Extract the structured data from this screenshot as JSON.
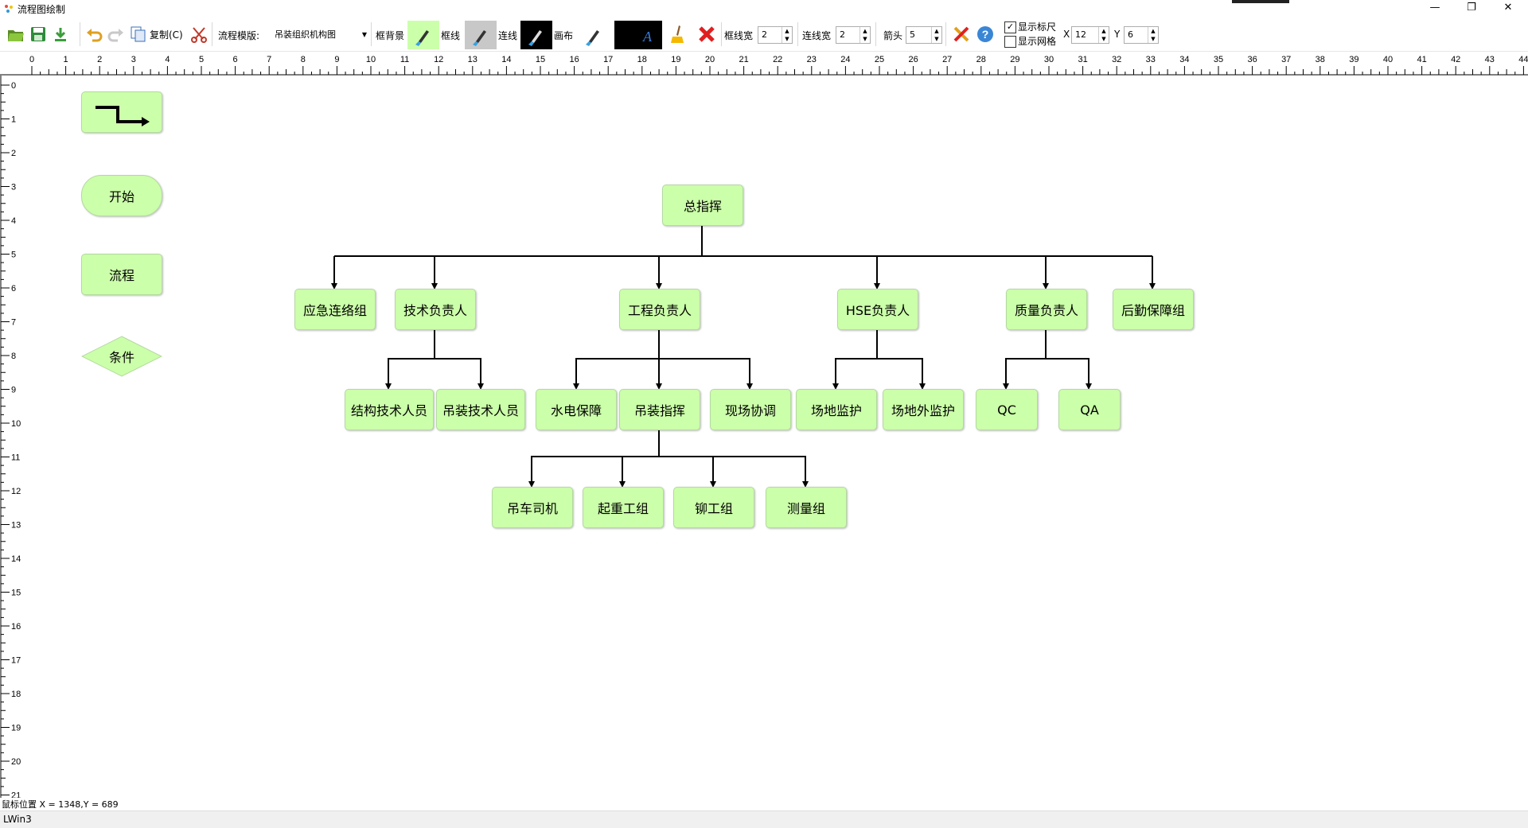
{
  "window": {
    "title": "流程图绘制",
    "controls": {
      "minimize": "—",
      "restore": "❐",
      "close": "✕"
    }
  },
  "toolbar": {
    "copy_label": "复制(C)",
    "template_label": "流程模版:",
    "template_value": "吊装组织机构图",
    "frame_bg_label": "框背景",
    "frame_line_label": "框线",
    "connector_label": "连线",
    "canvas_label": "画布",
    "frame_width_label": "框线宽",
    "frame_width_value": "2",
    "line_width_label": "连线宽",
    "line_width_value": "2",
    "arrow_label": "箭头",
    "arrow_value": "5",
    "show_ruler_label": "显示标尺",
    "show_ruler_checked": true,
    "show_grid_label": "显示网格",
    "show_grid_checked": false,
    "x_label": "X",
    "x_value": "12",
    "y_label": "Y",
    "y_value": "6",
    "colors": {
      "node_fill": "#ccffaa",
      "canvas_swatch": "#000000",
      "delete_red": "#e02020"
    }
  },
  "ruler": {
    "top_ticks": [
      "0",
      "1",
      "2",
      "3",
      "4",
      "5",
      "6",
      "7",
      "8",
      "9",
      "10",
      "11",
      "12",
      "13",
      "14",
      "15",
      "16",
      "17",
      "18",
      "19",
      "20",
      "21",
      "22",
      "23",
      "24",
      "25",
      "26",
      "27",
      "28",
      "29",
      "30",
      "31",
      "32",
      "33",
      "34",
      "35",
      "36",
      "37",
      "38",
      "39",
      "40",
      "41",
      "42",
      "43",
      "44"
    ],
    "left_ticks": [
      "0",
      "1",
      "2",
      "3",
      "4",
      "5",
      "6",
      "7",
      "8",
      "9",
      "10",
      "11",
      "12",
      "13",
      "14",
      "15",
      "16",
      "17",
      "18",
      "19",
      "20",
      "21"
    ]
  },
  "palette": {
    "start": "开始",
    "process": "流程",
    "condition": "条件"
  },
  "chart": {
    "root": "总指挥",
    "level1": [
      "应急连络组",
      "技术负责人",
      "工程负责人",
      "HSE负责人",
      "质量负责人",
      "后勤保障组"
    ],
    "level2": [
      "结构技术人员",
      "吊装技术人员",
      "水电保障",
      "吊装指挥",
      "现场协调",
      "场地监护",
      "场地外监护",
      "QC",
      "QA"
    ],
    "level3": [
      "吊车司机",
      "起重工组",
      "铆工组",
      "测量组"
    ]
  },
  "status": {
    "mouse_position": "鼠标位置 X = 1348,Y = 689",
    "footer": "LWin3"
  }
}
